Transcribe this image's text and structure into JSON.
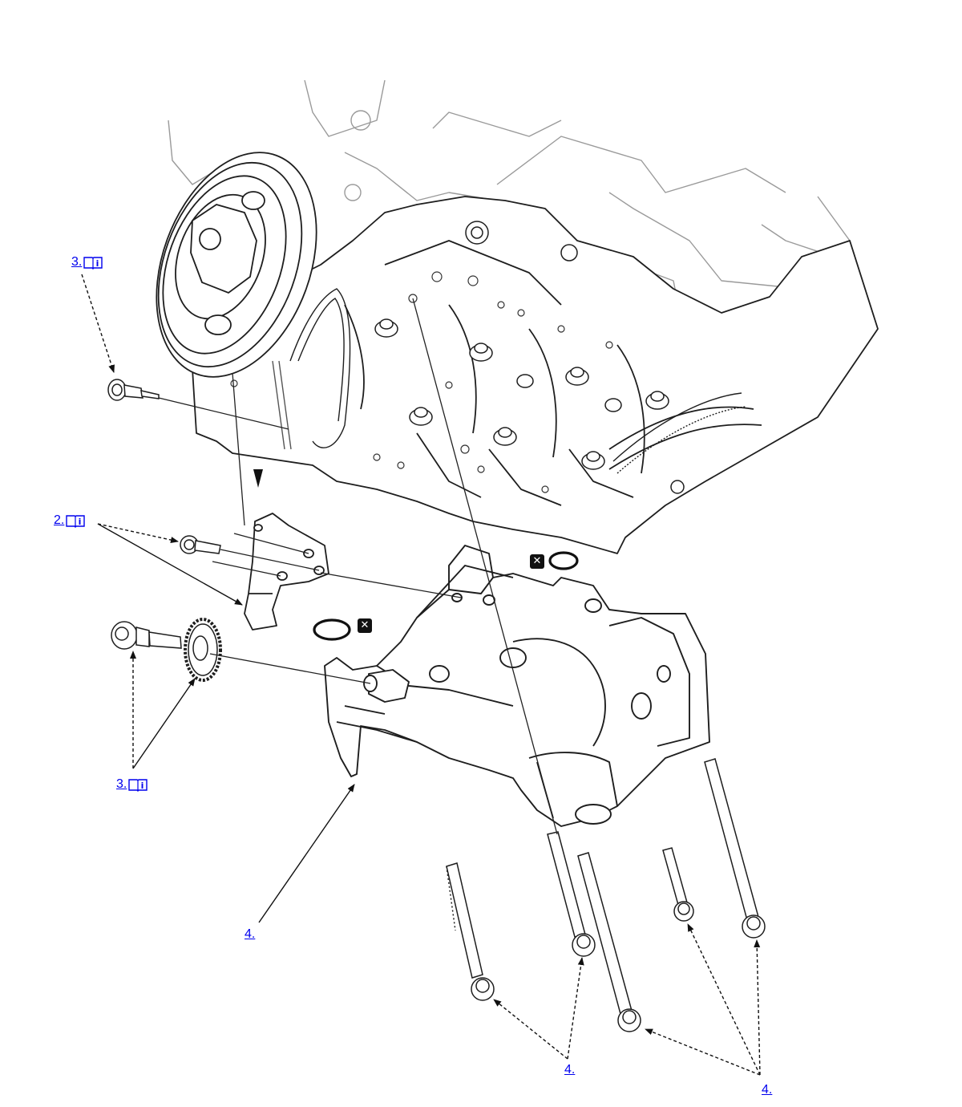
{
  "callouts": [
    {
      "id": "c1",
      "label": "3.",
      "book": true
    },
    {
      "id": "c2",
      "label": "2.",
      "book": true
    },
    {
      "id": "c3",
      "label": "3.",
      "book": true
    },
    {
      "id": "c4",
      "label": "4.",
      "book": false
    },
    {
      "id": "c5",
      "label": "4.",
      "book": false
    },
    {
      "id": "c6",
      "label": "4.",
      "book": false
    }
  ],
  "icons": {
    "info": "info-book-icon",
    "replace": "replace-part-icon",
    "replace_glyph": "✕"
  },
  "colors": {
    "link": "#0000ee",
    "line": "#222222"
  }
}
